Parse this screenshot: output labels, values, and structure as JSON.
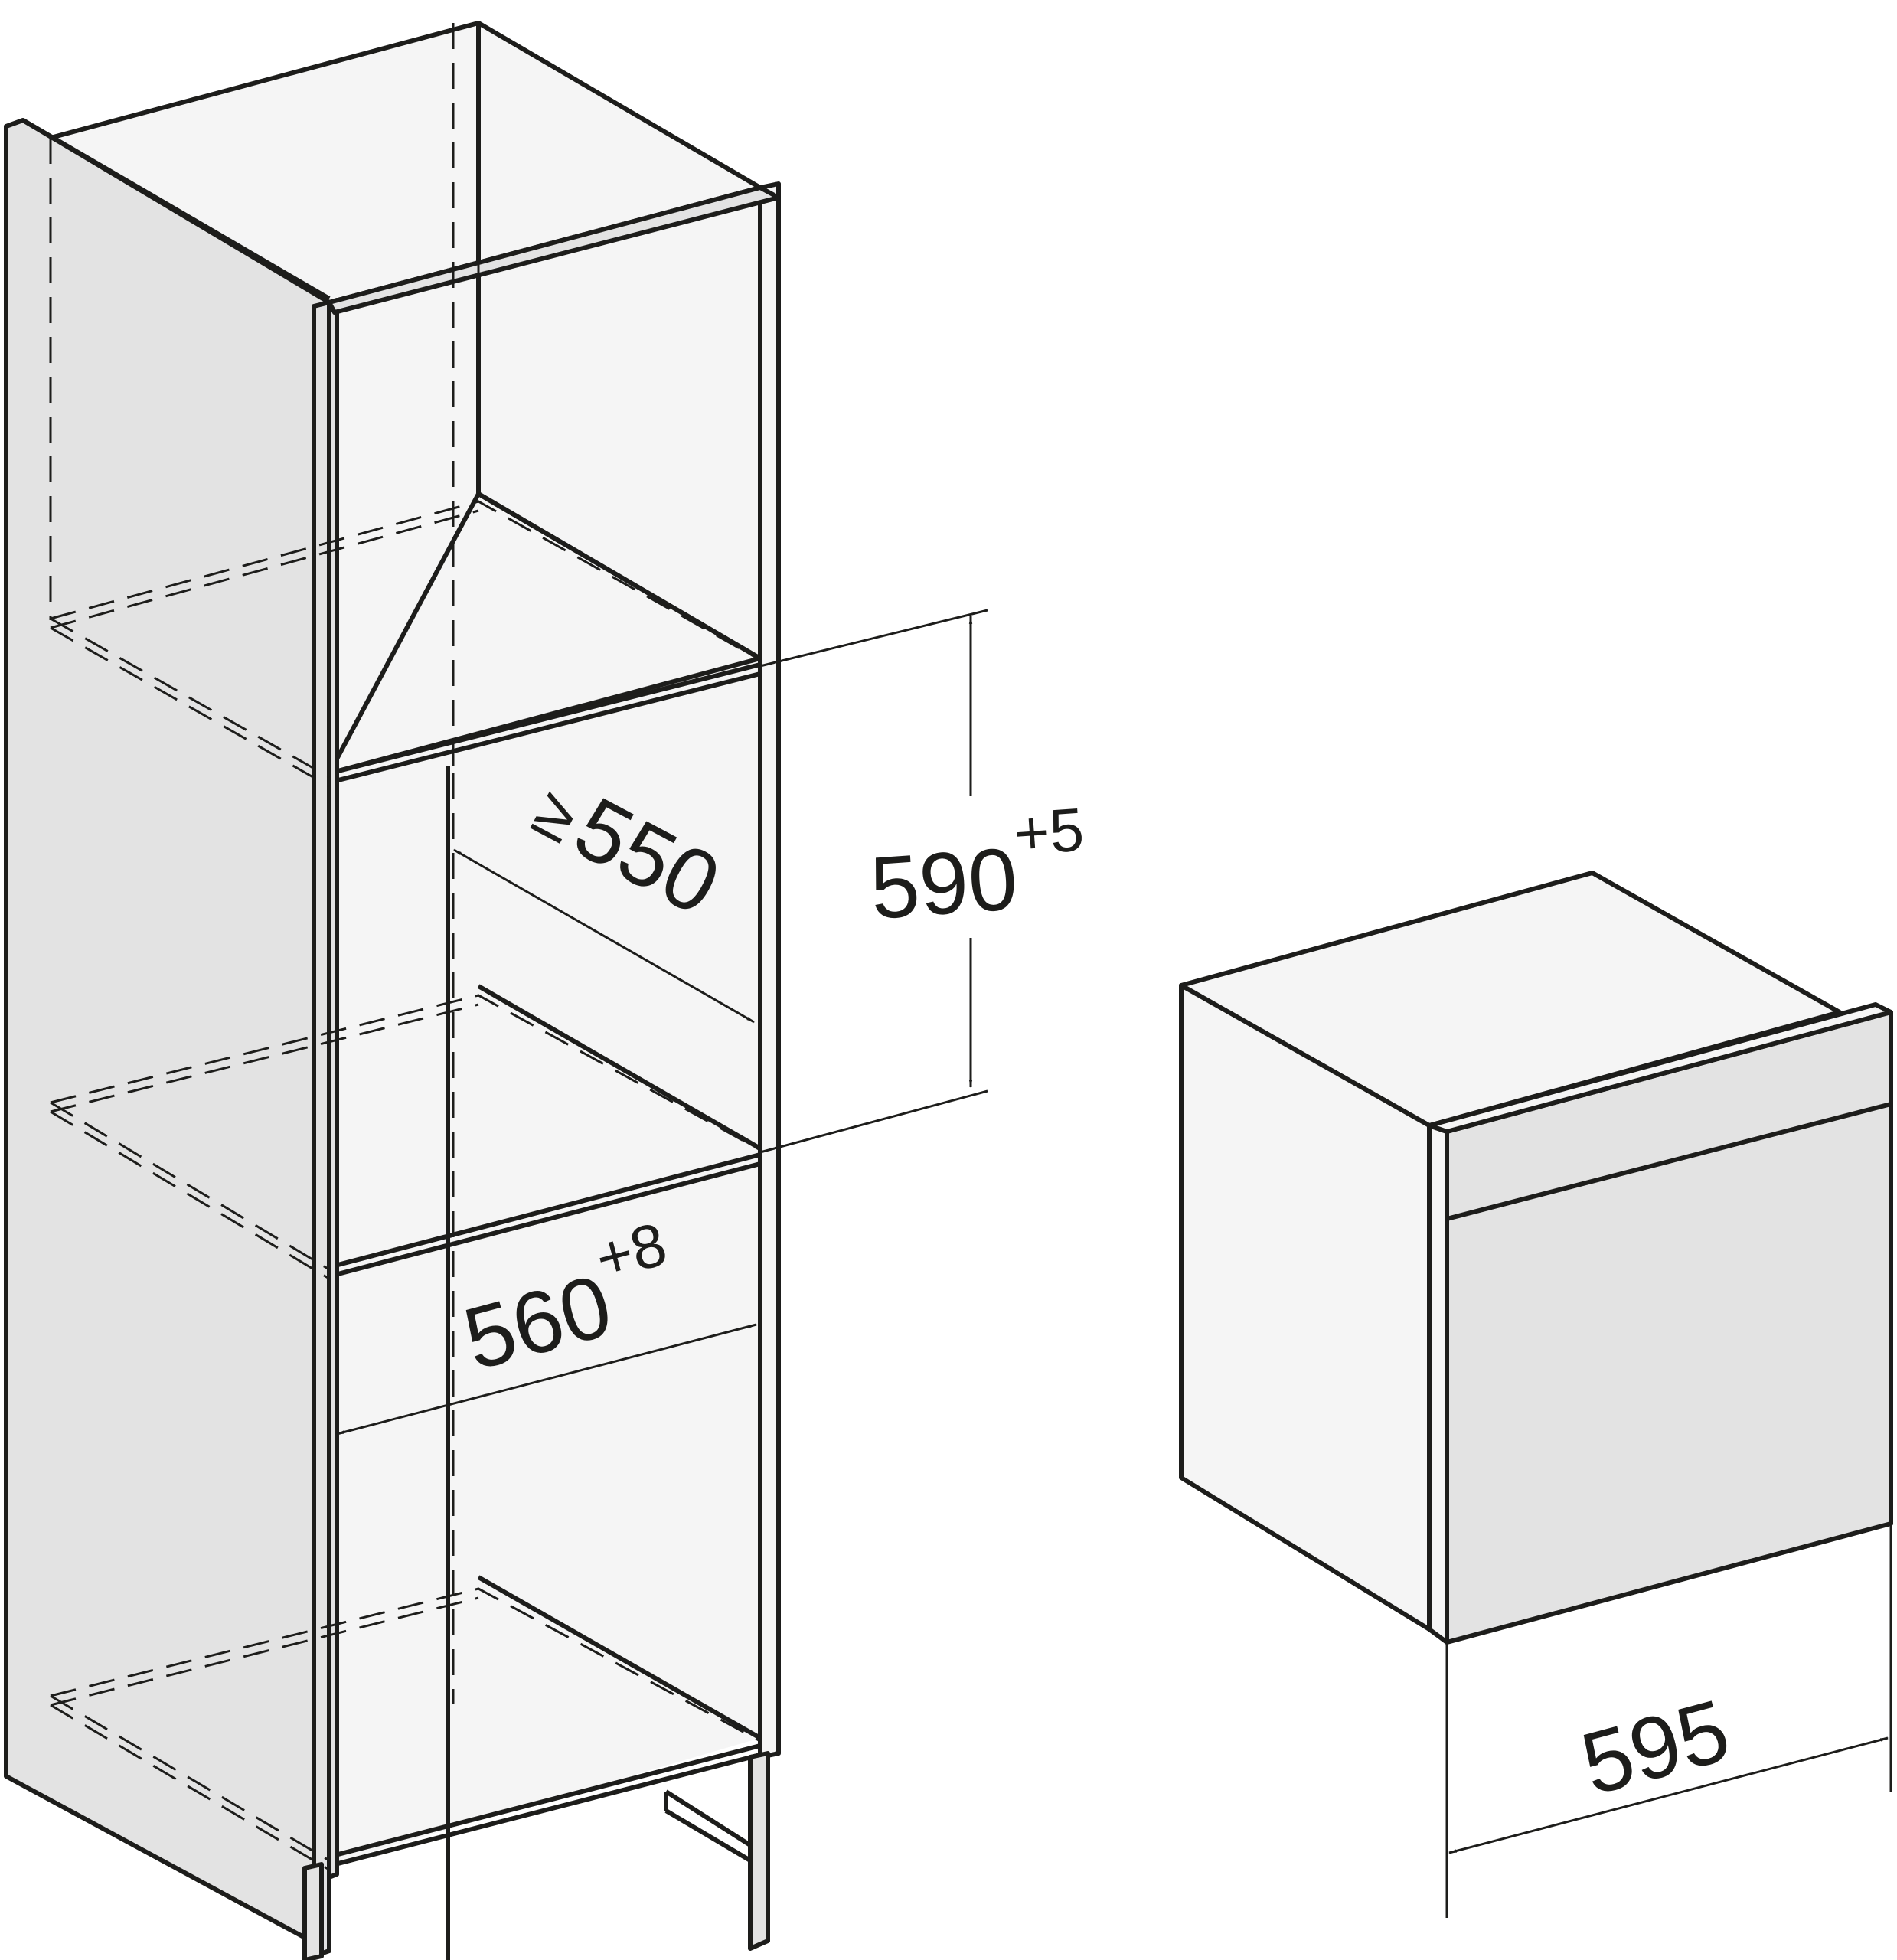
{
  "colors": {
    "stroke": "#1d1d1b",
    "side_panel": "#e3e3e3",
    "interior": "#f5f5f5",
    "appliance_front": "#e3e3e3",
    "appliance_side": "#f5f5f5",
    "background": "#ffffff"
  },
  "dimensions": {
    "niche_height": {
      "value": "590",
      "tolerance": "+5"
    },
    "niche_depth": {
      "prefix": "≥",
      "value": "550"
    },
    "niche_width": {
      "value": "560",
      "tolerance": "+8"
    },
    "appliance_width": {
      "value": "595"
    }
  }
}
